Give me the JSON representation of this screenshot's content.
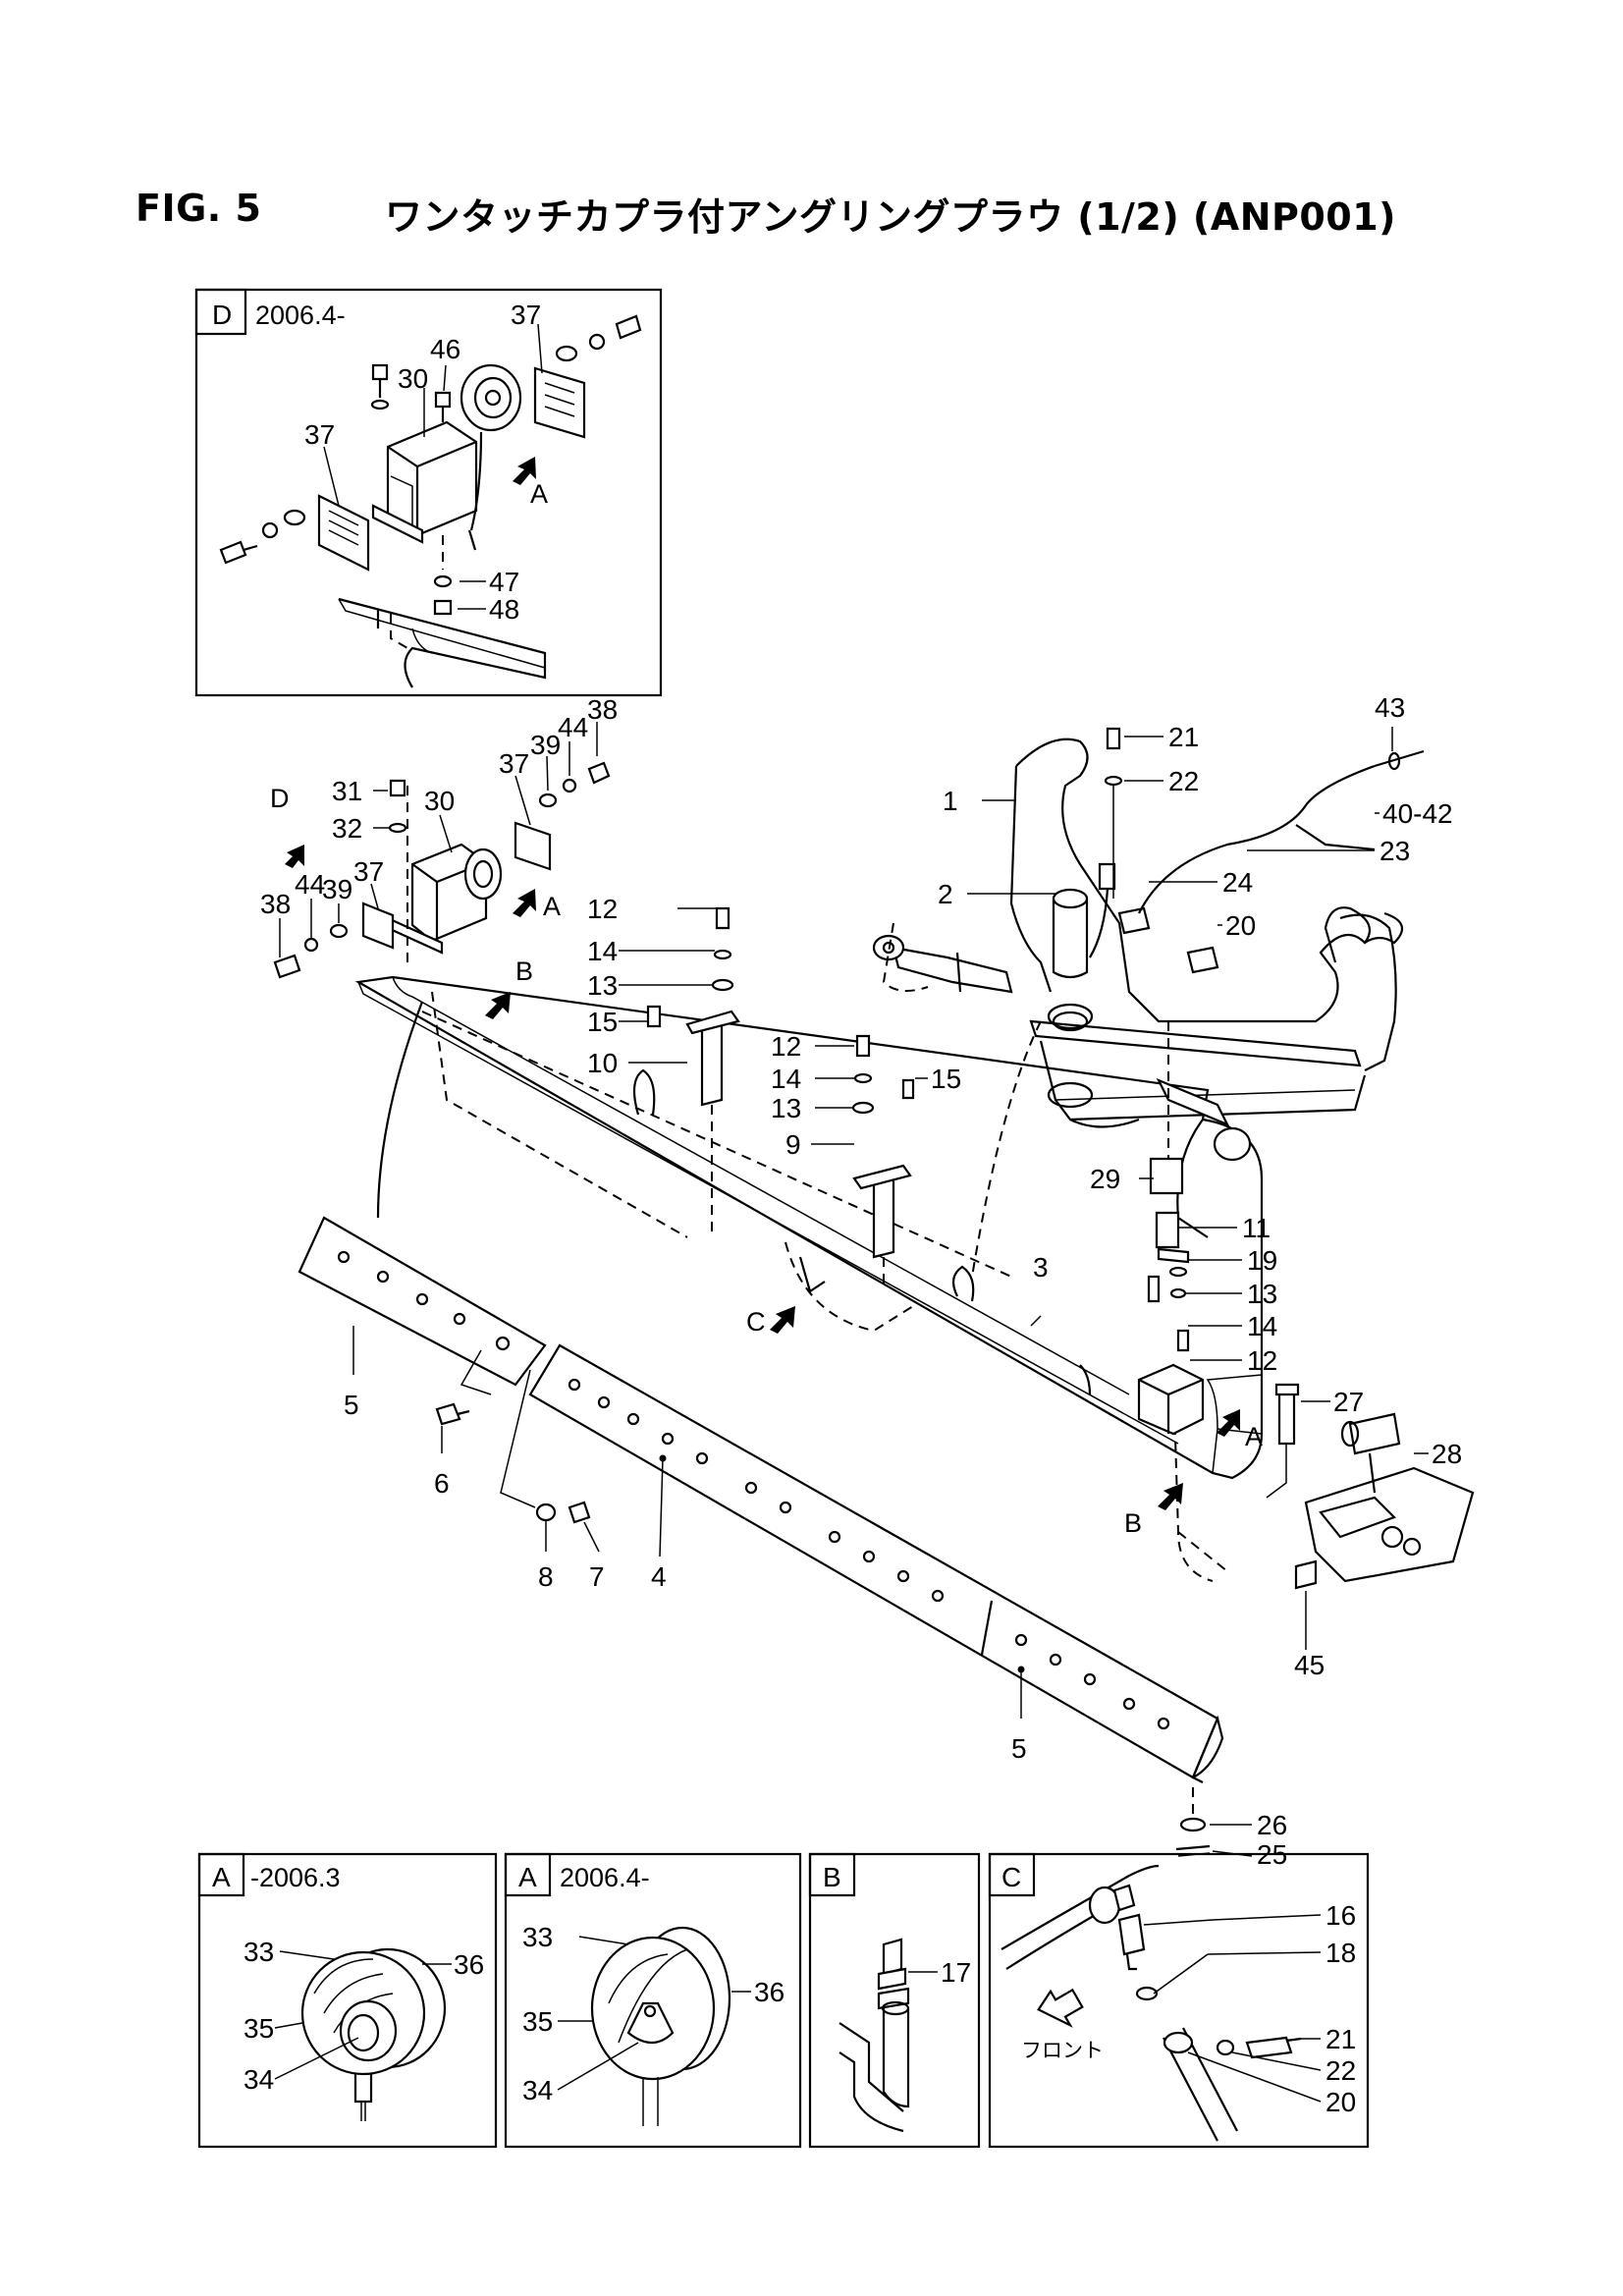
{
  "header": {
    "fig_label": "FIG. 5",
    "title": "ワンタッチカプラ付アングリングプラウ (1/2) (ANP001)"
  },
  "insets": {
    "d_top": {
      "letter": "D",
      "range": "2006.4-"
    },
    "a_old": {
      "letter": "A",
      "range": "-2006.3"
    },
    "a_new": {
      "letter": "A",
      "range": "2006.4-"
    },
    "b": {
      "letter": "B"
    },
    "c": {
      "letter": "C",
      "front_label": "フロント"
    }
  },
  "view_arrows": {
    "a": "A",
    "b": "B",
    "c": "C",
    "d": "D"
  },
  "callouts": {
    "c1": "1",
    "c2": "2",
    "c3": "3",
    "c4": "4",
    "c5": "5",
    "c6": "6",
    "c7": "7",
    "c8": "8",
    "c9": "9",
    "c10": "10",
    "c11": "11",
    "c12": "12",
    "c13": "13",
    "c14": "14",
    "c15": "15",
    "c16": "16",
    "c17": "17",
    "c18": "18",
    "c19": "19",
    "c20": "20",
    "c21": "21",
    "c22": "22",
    "c23": "23",
    "c24": "24",
    "c25": "25",
    "c26": "26",
    "c27": "27",
    "c28": "28",
    "c29": "29",
    "c30": "30",
    "c31": "31",
    "c32": "32",
    "c33": "33",
    "c34": "34",
    "c35": "35",
    "c36": "36",
    "c37": "37",
    "c38": "38",
    "c39": "39",
    "c40_42": "40-42",
    "c43": "43",
    "c44": "44",
    "c45": "45",
    "c46": "46",
    "c47": "47",
    "c48": "48"
  }
}
